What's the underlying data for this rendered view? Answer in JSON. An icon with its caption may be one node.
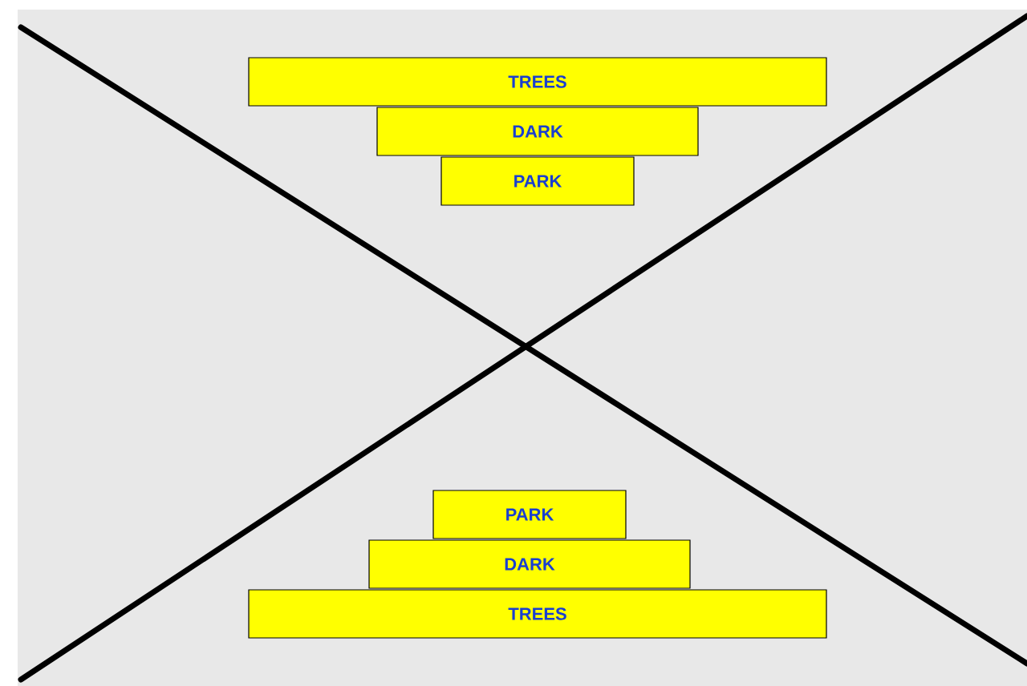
{
  "diagram": {
    "nodes": [
      {
        "text": [
          "TREES"
        ]
      },
      {
        "text": [
          "DARK"
        ]
      },
      {
        "text": [
          "PARK"
        ]
      },
      {
        "text": [
          "PARK"
        ]
      },
      {
        "text": [
          "DARK"
        ]
      },
      {
        "text": [
          "TREES"
        ]
      }
    ]
  }
}
